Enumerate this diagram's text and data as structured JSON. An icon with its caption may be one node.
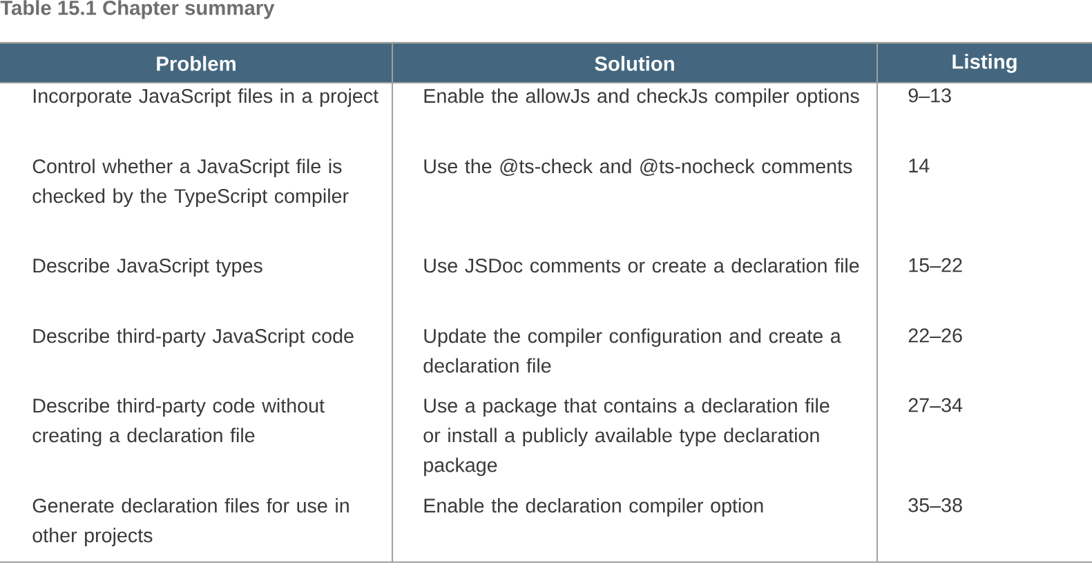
{
  "diagram": {
    "title": "Table 15.1 Chapter summary",
    "labels": [
      "Problem",
      "Solution",
      "Listing",
      "Incorporate JavaScript files in a project",
      "Enable the allowJs and checkJs compiler options",
      "9–13",
      "Control whether a JavaScript file is checked by the TypeScript compiler",
      "Use the @ts-check and @ts-nocheck comments",
      "14",
      "Describe JavaScript types",
      "Use JSDoc comments or create a declaration file",
      "15–22",
      "Describe third-party JavaScript code",
      "Update the compiler configuration and create a declaration file",
      "22–26",
      "Describe third-party code without creating a declaration file",
      "Use a package that contains a declaration file or install a publicly available type declaration package",
      "27–34",
      "Generate declaration files for use in other projects",
      "Enable the declaration compiler option",
      "35–38"
    ]
  }
}
